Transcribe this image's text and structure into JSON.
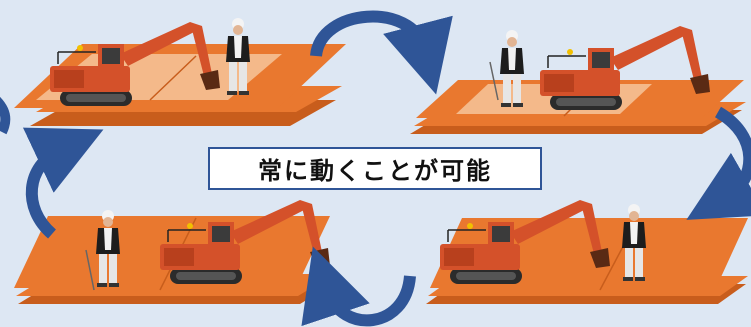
{
  "caption": "常に動くことが可能",
  "colors": {
    "background": "#dde7f3",
    "plate": "#e9782f",
    "plate_dark": "#c85d1c",
    "plate_light": "#f4b98a",
    "arrow": "#2f5597",
    "excavator_body": "#d4512a",
    "track": "#2b2b2b"
  },
  "scenes": [
    {
      "name": "scene-top-left",
      "worker_side": "right"
    },
    {
      "name": "scene-top-right",
      "worker_side": "left"
    },
    {
      "name": "scene-bottom-right",
      "worker_side": "right"
    },
    {
      "name": "scene-bottom-left",
      "worker_side": "left"
    }
  ],
  "cycle_arrows": [
    "top-center",
    "right",
    "bottom-center",
    "left-upper",
    "left-edge"
  ]
}
